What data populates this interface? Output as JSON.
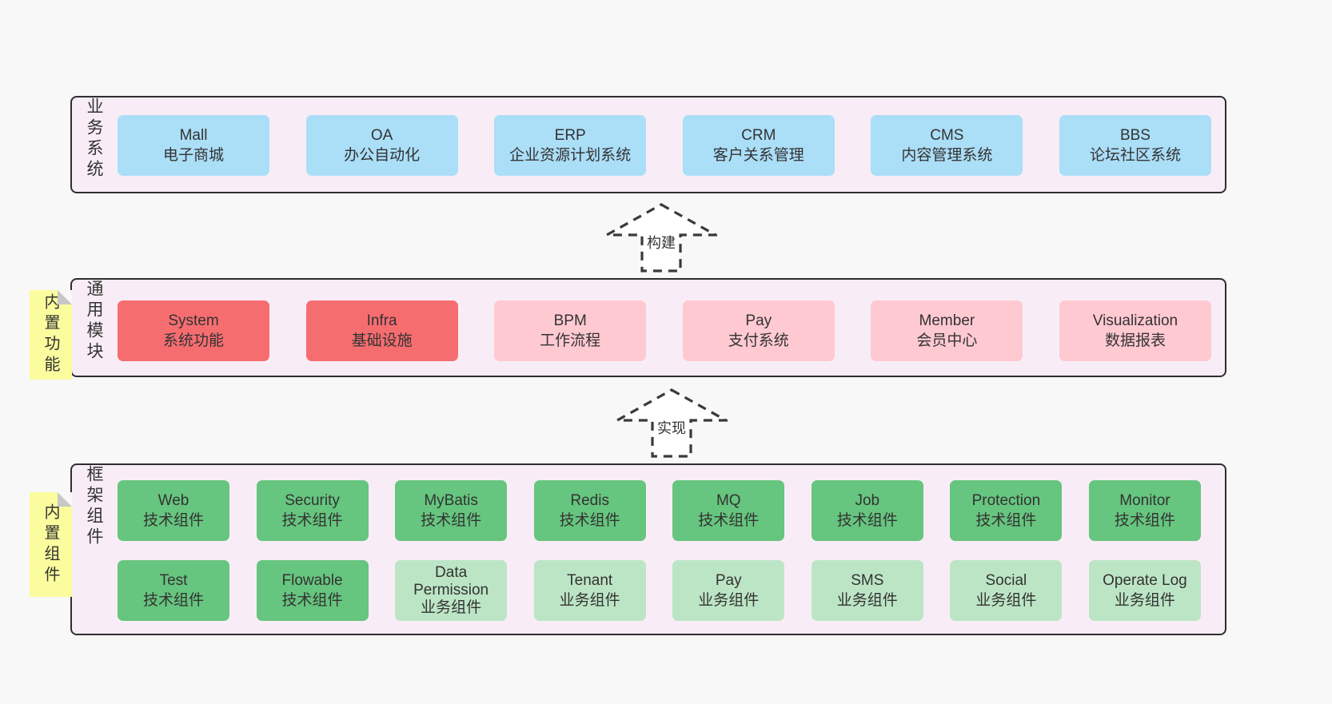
{
  "colors": {
    "page_bg": "#f8f8f8",
    "panel_bg": "#f8edf6",
    "panel_border": "#2e2e2e",
    "blue_box": "#abdef7",
    "red_box": "#f66d70",
    "pink_box": "#ffc9d2",
    "green_dark_box": "#66c57e",
    "green_light_box": "#bce5c5",
    "yellow_tab": "#fbfc9e",
    "fold_gray": "#c7c7c7",
    "text": "#333333"
  },
  "business": {
    "label": "业务系统",
    "items": [
      {
        "en": "Mall",
        "zh": "电子商城",
        "variant": "blue"
      },
      {
        "en": "OA",
        "zh": "办公自动化",
        "variant": "blue"
      },
      {
        "en": "ERP",
        "zh": "企业资源计划系统",
        "variant": "blue"
      },
      {
        "en": "CRM",
        "zh": "客户关系管理",
        "variant": "blue"
      },
      {
        "en": "CMS",
        "zh": "内容管理系统",
        "variant": "blue"
      },
      {
        "en": "BBS",
        "zh": "论坛社区系统",
        "variant": "blue"
      }
    ]
  },
  "arrows": {
    "build": "构建",
    "implement": "实现"
  },
  "modules": {
    "tab": "内置功能",
    "label": "通用模块",
    "items": [
      {
        "en": "System",
        "zh": "系统功能",
        "variant": "red"
      },
      {
        "en": "Infra",
        "zh": "基础设施",
        "variant": "red"
      },
      {
        "en": "BPM",
        "zh": "工作流程",
        "variant": "pink"
      },
      {
        "en": "Pay",
        "zh": "支付系统",
        "variant": "pink"
      },
      {
        "en": "Member",
        "zh": "会员中心",
        "variant": "pink"
      },
      {
        "en": "Visualization",
        "zh": "数据报表",
        "variant": "pink"
      }
    ]
  },
  "framework": {
    "tab": "内置组件",
    "label": "框架组件",
    "row1": [
      {
        "en": "Web",
        "zh": "技术组件",
        "variant": "green-dark"
      },
      {
        "en": "Security",
        "zh": "技术组件",
        "variant": "green-dark"
      },
      {
        "en": "MyBatis",
        "zh": "技术组件",
        "variant": "green-dark"
      },
      {
        "en": "Redis",
        "zh": "技术组件",
        "variant": "green-dark"
      },
      {
        "en": "MQ",
        "zh": "技术组件",
        "variant": "green-dark"
      },
      {
        "en": "Job",
        "zh": "技术组件",
        "variant": "green-dark"
      },
      {
        "en": "Protection",
        "zh": "技术组件",
        "variant": "green-dark"
      },
      {
        "en": "Monitor",
        "zh": "技术组件",
        "variant": "green-dark"
      }
    ],
    "row2": [
      {
        "en": "Test",
        "zh": "技术组件",
        "variant": "green-dark"
      },
      {
        "en": "Flowable",
        "zh": "技术组件",
        "variant": "green-dark"
      },
      {
        "en": "Data Permission",
        "zh": "业务组件",
        "variant": "green-light"
      },
      {
        "en": "Tenant",
        "zh": "业务组件",
        "variant": "green-light"
      },
      {
        "en": "Pay",
        "zh": "业务组件",
        "variant": "green-light"
      },
      {
        "en": "SMS",
        "zh": "业务组件",
        "variant": "green-light"
      },
      {
        "en": "Social",
        "zh": "业务组件",
        "variant": "green-light"
      },
      {
        "en": "Operate Log",
        "zh": "业务组件",
        "variant": "green-light"
      }
    ]
  }
}
